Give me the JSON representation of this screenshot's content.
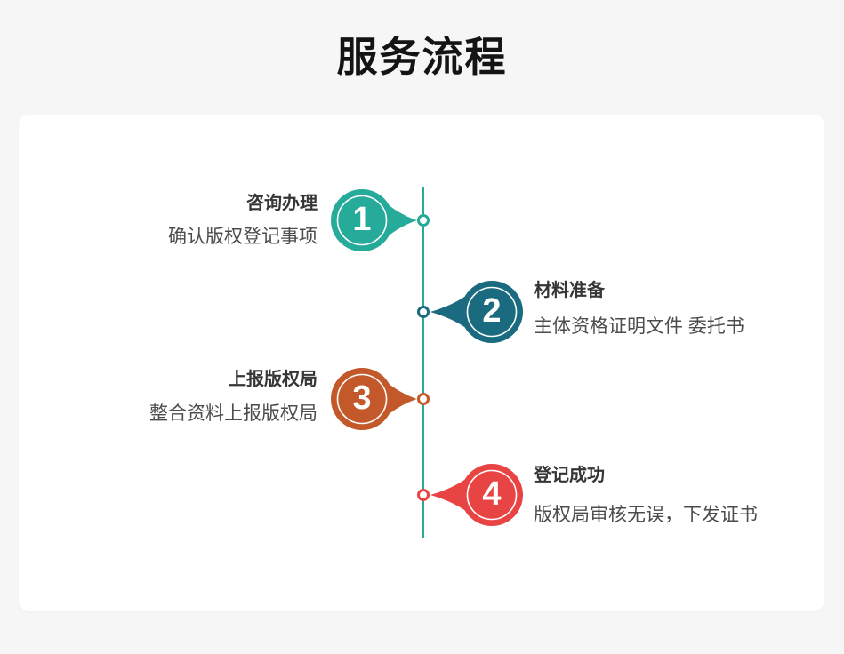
{
  "page": {
    "title": "服务流程",
    "background": "#f6f6f6",
    "title_color": "#141414"
  },
  "card": {
    "background": "#ffffff"
  },
  "timeline": {
    "line_color": "#26ab9b",
    "steps": [
      {
        "number": "1",
        "color": "#26ab9b",
        "text_side": "left",
        "title": "咨询办理",
        "subtitle": "确认版权登记事项"
      },
      {
        "number": "2",
        "color": "#1b6b80",
        "text_side": "right",
        "title": "材料准备",
        "subtitle": "主体资格证明文件 委托书"
      },
      {
        "number": "3",
        "color": "#c3592b",
        "text_side": "left",
        "title": "上报版权局",
        "subtitle": "整合资料上报版权局"
      },
      {
        "number": "4",
        "color": "#e94444",
        "text_side": "right",
        "title": "登记成功",
        "subtitle": "版权局审核无误，下发证书"
      }
    ]
  }
}
